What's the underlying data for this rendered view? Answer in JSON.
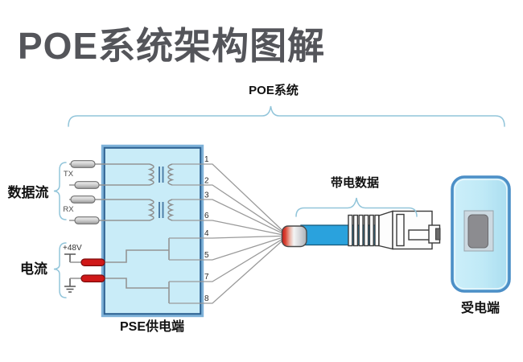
{
  "title": "POE系统架构图解",
  "system": {
    "label": "POE系统"
  },
  "pse": {
    "label": "PSE供电端",
    "data_flow_label": "数据流",
    "tx_label": "TX",
    "rx_label": "RX",
    "current_label": "电流",
    "voltage_label": "+48V",
    "pins": [
      "1",
      "2",
      "3",
      "6",
      "4",
      "5",
      "7",
      "8"
    ]
  },
  "cable": {
    "label": "带电数据"
  },
  "powered_device": {
    "label": "受电端"
  },
  "colors": {
    "title_gray": "#54555a",
    "box_fill": "#c9ecf8",
    "box_border": "#2d6191",
    "device_fill": "#bfe9f6",
    "device_border": "#4c8fc7",
    "cable_blue": "#2aa2dd",
    "power_red": "#d01818",
    "brace_blue": "#92c5da",
    "wire_gray": "#949494"
  }
}
